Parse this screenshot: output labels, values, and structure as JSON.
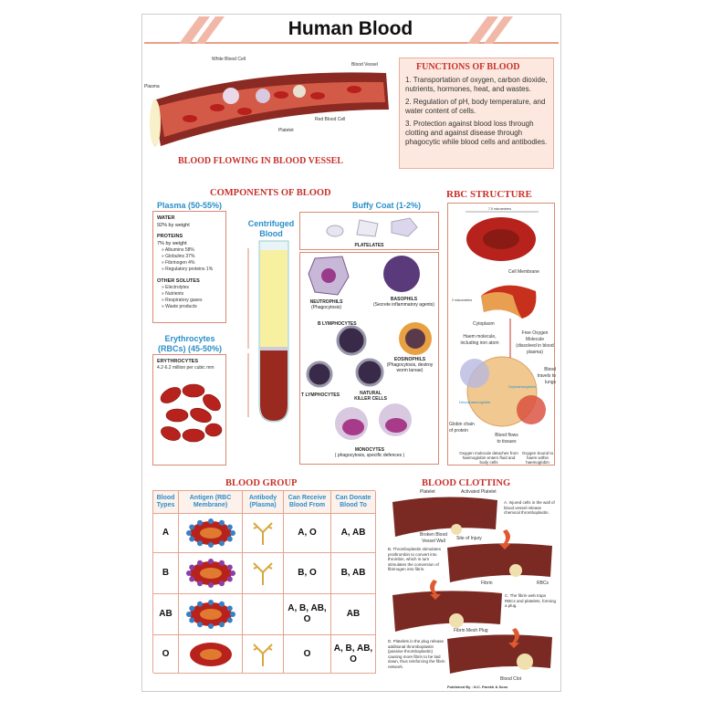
{
  "header": {
    "title": "Human Blood"
  },
  "vessel": {
    "labels": {
      "white_blood_cell": "White Blood Cell",
      "blood_vessel": "Blood Vessel",
      "plasma": "Plasma",
      "red_blood_cell": "Red Blood Cell",
      "platelet": "Platelet"
    },
    "caption": "BLOOD FLOWING IN BLOOD VESSEL"
  },
  "functions": {
    "title": "FUNCTIONS OF BLOOD",
    "items": [
      "1. Transportation of oxygen, carbon dioxide, nutrients, hormones, heat, and wastes.",
      "2. Regulation of pH, body temperature, and water content of cells.",
      "3. Protection against blood loss through clotting and against disease through phagocytic while blood cells and antibodies."
    ]
  },
  "components": {
    "title": "COMPONENTS OF BLOOD",
    "plasma": {
      "title": "Plasma (50-55%)",
      "water_h": "WATER",
      "water": "92% by weight",
      "proteins_h": "PROTEINS",
      "proteins": "7% by weight",
      "protein_items": [
        "» Albumins 58%",
        "» Globulins 37%",
        "» Fibrinogen 4%",
        "» Regulatory proteins 1%"
      ],
      "solutes_h": "OTHER SOLUTES",
      "solute_items": [
        "» Electrolytes",
        "» Nutrients",
        "» Respiratory gases",
        "» Waste products"
      ]
    },
    "erythrocytes": {
      "title": "Erythrocytes (RBCs) (45-50%)",
      "h": "ERYTHROCYTES",
      "text": "4.2-6.2 million per cubic mm"
    },
    "tube": {
      "title": "Centrifuged Blood"
    },
    "buffy": {
      "title": "Buffy Coat (1-2%)",
      "platelets": "PLATELATES"
    },
    "wbc": {
      "neutrophils": "NEUTROPHILS",
      "neutrophils_sub": "(Phagocytosis)",
      "basophils": "BASOPHILS",
      "basophils_sub": "(Secrete inflammatory agents)",
      "b_lymph": "B LYMPHOCYTES",
      "eosinophils": "EOSINOPHILS",
      "eosinophils_sub": "(Phagocytosis, destroy worm larvae)",
      "t_lymph": "T LYMPHOCYTES",
      "nk": "NATURAL KILLER CELLS",
      "monocytes": "MONOCYTES",
      "monocytes_sub": "( phagocytosis, specific defences )"
    }
  },
  "rbc": {
    "title": "RBC STRUCTURE",
    "diameter": "7.5 micrometers",
    "thickness": "2 micrometers",
    "cell_membrane": "Cell Membrane",
    "cytoplasm": "Cytoplasm",
    "haem": "Haem molecule, including iron atom",
    "free_oxygen": "Free Oxygen Molecule (dissolved in blood plasma)",
    "to_lungs": "Blood travels to lungs",
    "oxy": "Oxyhaemoglobin",
    "deoxy": "Deoxyhaemoglobin",
    "globin": "Globin chain of protein",
    "to_tissues": "Blood flows to tissues",
    "o2_detach": "Oxygen molecule detaches from haemoglobin enters fluid and body cells",
    "o2_bound": "Oxygen bound to haem within haemoglobin"
  },
  "blood_group": {
    "title": "BLOOD GROUP",
    "headers": [
      "Blood Types",
      "Antigen (RBC Membrane)",
      "Antibody (Plasma)",
      "Can Receive Blood From",
      "Can Donate Blood To"
    ],
    "rows": [
      {
        "type": "A",
        "receive": "A, O",
        "donate": "A, AB",
        "antigen_color": "#3a7fc4"
      },
      {
        "type": "B",
        "receive": "B, O",
        "donate": "B, AB",
        "antigen_color": "#8a3fa8"
      },
      {
        "type": "AB",
        "receive": "A, B, AB, O",
        "donate": "AB",
        "antigen_color": "#3a7fc4"
      },
      {
        "type": "O",
        "receive": "O",
        "donate": "A, B, AB, O",
        "antigen_color": "none"
      }
    ]
  },
  "clotting": {
    "title": "BLOOD CLOTTING",
    "platelet": "Platelet",
    "activated": "Activated Platelet",
    "broken": "Broken Blood Vessel Wall",
    "injury": "Site of Injury",
    "step_a": "A. Injured cells in the wall of blood vessel release chemical thromboplastin.",
    "step_b": "B. Thromboplastin stimulates prothrombin to convert into thrombin, which in turn stimulates the conversion of fibrinogen into fibrin.",
    "fibrin": "Fibrin",
    "rbcs": "RBCs",
    "step_c": "C. The fibrin web traps RBCs and platelets, forming a plug.",
    "plug": "Fibrin Mesh Plug",
    "step_d": "D. Platelets in the plug release additional thromboplastin (passive thromboplastin) causing more fibrin to be laid down, thus reinforcing the fibrin network.",
    "clot": "Blood Clot"
  },
  "footer": {
    "publisher": "Published By : N.C. Parekh & Sons"
  },
  "colors": {
    "accent_red": "#c8302a",
    "accent_blue": "#2b8fc8",
    "box_border": "#d98a72",
    "functions_bg": "#fce8df"
  }
}
